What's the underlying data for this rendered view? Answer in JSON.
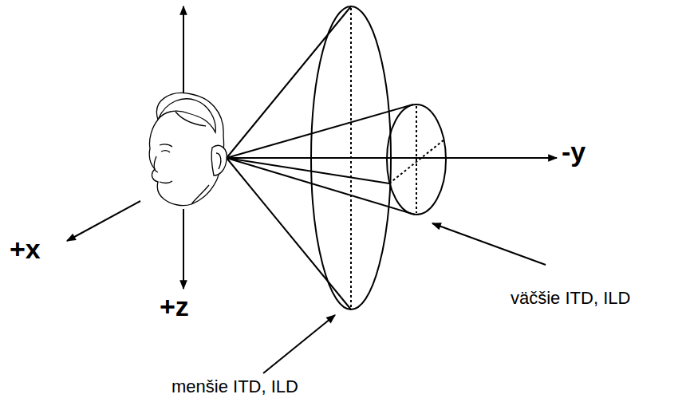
{
  "diagram": {
    "labels": [
      "+x",
      "+z",
      "-y",
      "väčšie ITD, ILD",
      "menšie ITD, ILD"
    ]
  }
}
